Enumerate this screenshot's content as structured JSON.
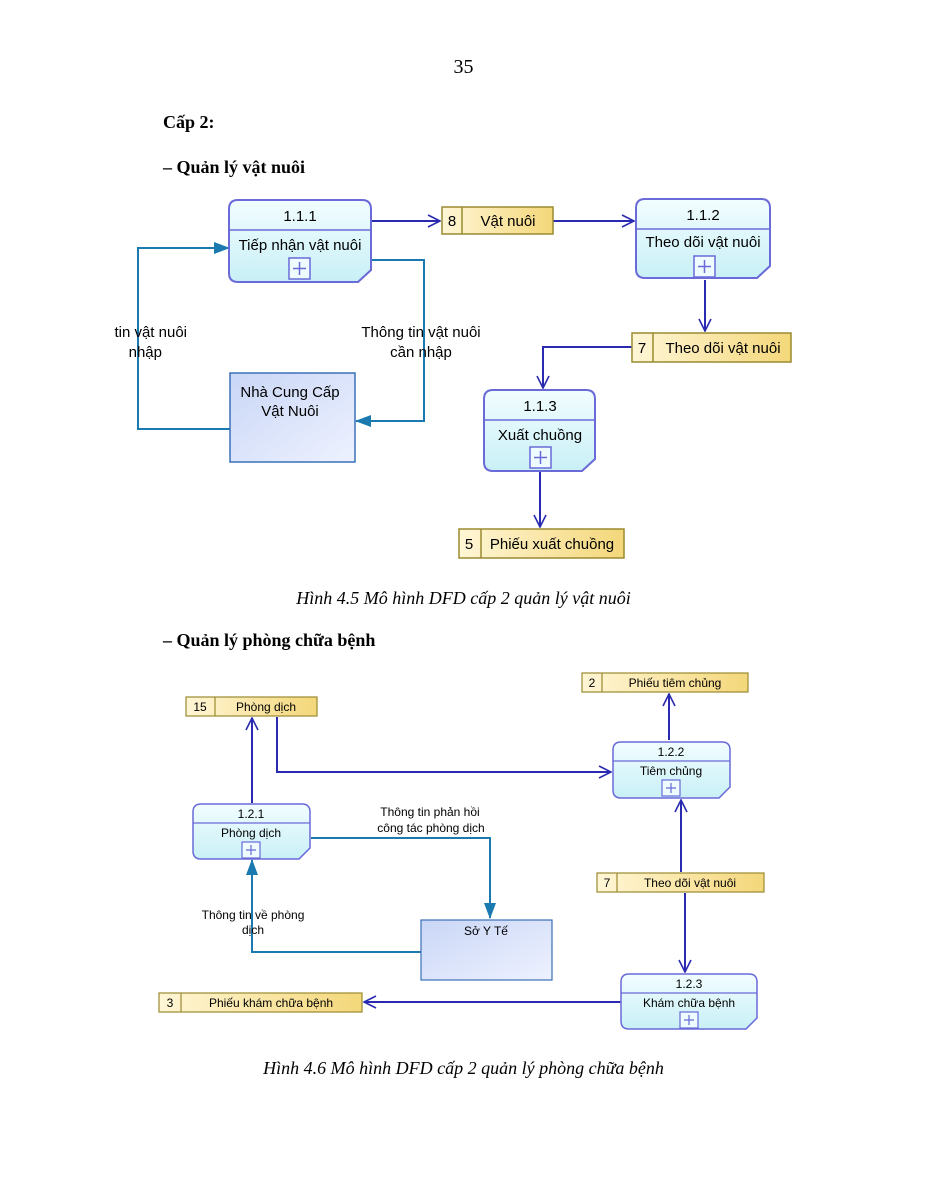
{
  "page_number": "35",
  "section_heading": "Cấp 2:",
  "subsection1": "–   Quản lý vật nuôi",
  "subsection2": "–   Quản lý phòng chữa bệnh",
  "diagram1": {
    "processes": [
      {
        "id": "1.1.1",
        "label": "Tiếp nhận vật nuôi"
      },
      {
        "id": "1.1.2",
        "label": "Theo dõi vật nuôi"
      },
      {
        "id": "1.1.3",
        "label": "Xuất chuồng"
      }
    ],
    "stores": [
      {
        "num": "8",
        "label": "Vật nuôi"
      },
      {
        "num": "7",
        "label": "Theo dõi vật nuôi"
      },
      {
        "num": "5",
        "label": "Phiếu xuất chuồng"
      }
    ],
    "external": {
      "line1": "Nhà Cung Cấp",
      "line2": "Vật Nuôi"
    },
    "flow_left": {
      "line1": "tin vật nuôi",
      "line2": "nhập"
    },
    "flow_right": {
      "line1": "Thông tin vật nuôi",
      "line2": "cần nhập"
    },
    "caption": "Hình 4.5  Mô hình DFD cấp 2 quản lý vật nuôi"
  },
  "diagram2": {
    "processes": [
      {
        "id": "1.2.1",
        "label": "Phòng dịch"
      },
      {
        "id": "1.2.2",
        "label": "Tiêm chủng"
      },
      {
        "id": "1.2.3",
        "label": "Khám chữa bệnh"
      }
    ],
    "stores": [
      {
        "num": "15",
        "label": "Phòng dịch"
      },
      {
        "num": "2",
        "label": "Phiếu tiêm chủng"
      },
      {
        "num": "7",
        "label": "Theo dõi vật nuôi"
      },
      {
        "num": "3",
        "label": "Phiếu khám chữa bệnh"
      }
    ],
    "external": {
      "label": "Sở Y Tế"
    },
    "flow_feedback": {
      "line1": "Thông tin phản hồi",
      "line2": "công tác phòng dịch"
    },
    "flow_info": {
      "line1": "Thông tin về phòng",
      "line2": "dịch"
    },
    "caption": "Hình 4.6  Mô hình DFD cấp 2 quản lý phòng chữa bệnh"
  },
  "colors": {
    "process_fill": "#d4f4f8",
    "process_border": "#6a6ad8",
    "store_fill": "#fbe8a8",
    "store_border": "#9a8a30",
    "external_fill": "#dde6fb",
    "flow_dark": "#2a2ab0",
    "flow_teal": "#1a7ab0"
  }
}
